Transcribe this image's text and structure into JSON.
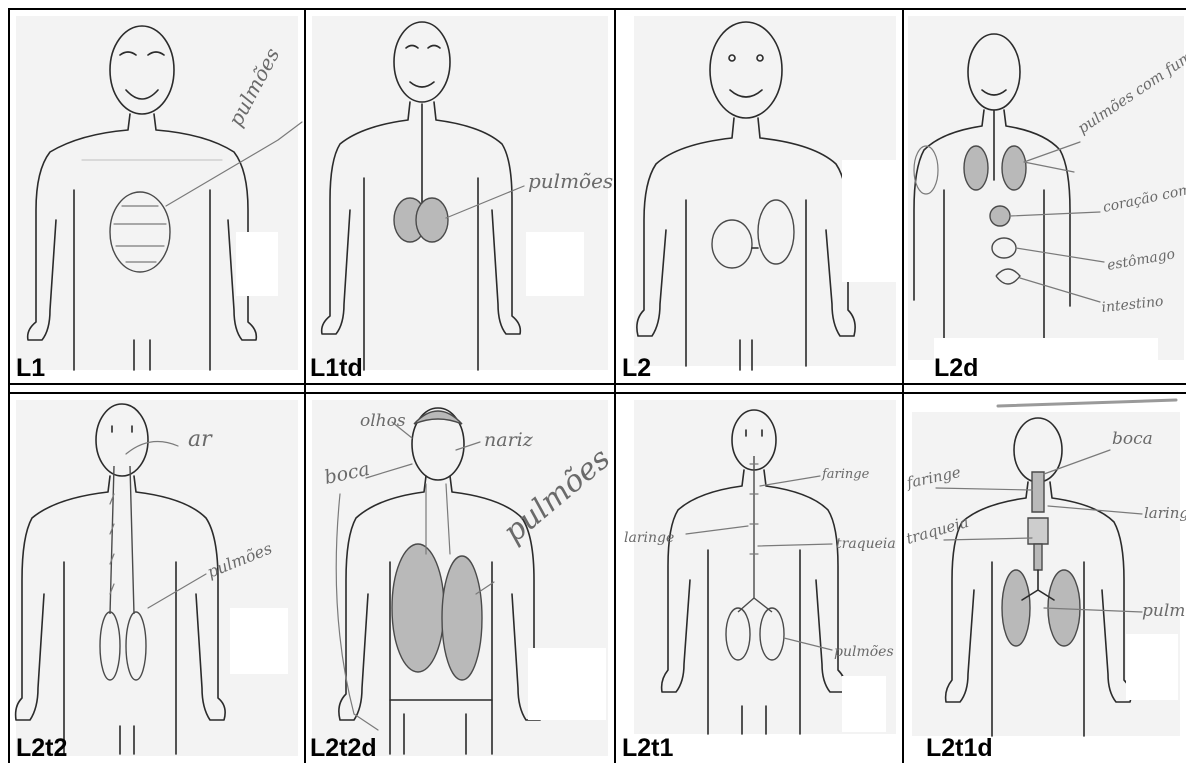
{
  "figure": {
    "panels": [
      {
        "label": "L1",
        "notes": [
          "pulmões"
        ]
      },
      {
        "label": "L1td",
        "notes": [
          "pulmões"
        ]
      },
      {
        "label": "L2",
        "notes": []
      },
      {
        "label": "L2d",
        "notes": [
          "pulmões com fumo",
          "coração com fumo",
          "estômago",
          "intestino"
        ]
      },
      {
        "label": "L2t2",
        "notes": [
          "ar",
          "pulmões"
        ]
      },
      {
        "label": "L2t2d",
        "notes": [
          "olhos",
          "nariz",
          "boca",
          "pulmões"
        ]
      },
      {
        "label": "L2t1",
        "notes": [
          "faringe",
          "laringe",
          "traqueia",
          "pulmões"
        ]
      },
      {
        "label": "L2t1d",
        "notes": [
          "boca",
          "faringe",
          "laringe",
          "traqueia",
          "pulmões"
        ]
      }
    ]
  }
}
